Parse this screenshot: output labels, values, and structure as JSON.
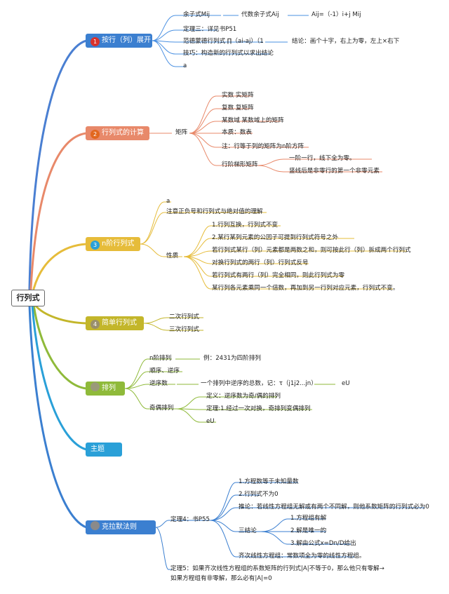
{
  "root": "行列式",
  "branches": [
    {
      "label": "按行（列）展开",
      "badge": "1"
    },
    {
      "label": "行列式的计算",
      "badge": "2"
    },
    {
      "label": "n阶行列式",
      "badge": "3"
    },
    {
      "label": "简单行列式",
      "badge": "4"
    },
    {
      "label": "排列",
      "badge": ""
    },
    {
      "label": "主题",
      "badge": ""
    },
    {
      "label": "克拉默法则",
      "badge": ""
    }
  ],
  "b1": {
    "yuzi": "余子式Mij",
    "daishu": "代数余子式Aij",
    "formula": "Aij=（-1）i+j Mij",
    "dingli3": "定理三：详见书P51",
    "fandemeng": "范德蒙德行列式 ∏（ai-aj）（1",
    "jielun": "结论：画个十字，右上为零，左上×右下",
    "jiqiao": "技巧：构造新的行列式以求出结论",
    "a": "a"
  },
  "b2": {
    "juzhen": "矩阵",
    "items": [
      "实数 实矩阵",
      "复数 复矩阵",
      "某数域 某数域上的矩阵",
      "本质：数表",
      "注：行等于列的矩阵为n阶方阵"
    ],
    "jieti": "行阶梯形矩阵",
    "jieti_items": [
      "一阶一行，线下全为零。",
      "竖线后是非零行的第一个非零元素"
    ]
  },
  "b3": {
    "a": "a",
    "note": "注意正负号和行列式与绝对值的理解",
    "xingzhi": "性质",
    "props": [
      "1.行列互换，行列式不变",
      "2.某行某列元素的公因子可提到行列式符号之外",
      "若行列式某行（列）元素都是两数之和，则可按此行（列）拆成两个行列式",
      "对换行列式的两行（列）行列式反号",
      "若行列式有两行（列）完全相同，则此行列式为零",
      "某行列各元素乘同一个倍数，再加到另一行列对应元素，行列式不变。"
    ]
  },
  "b4": {
    "items": [
      "二次行列式",
      "三次行列式"
    ]
  },
  "b5": {
    "npai": "n阶排列",
    "npai_ex": "例：2431为四阶排列",
    "shunxu": "顺序、逆序",
    "nixu": "逆序数",
    "nixu_def": "一个排列中逆序的总数，记：τ（j1j2...jn）",
    "eu": "eU",
    "jiou": "奇偶排列",
    "jiou_items": [
      "定义：逆序数为奇/偶的排列",
      "定理:1.经过一次对换，奇排列变偶排列",
      "eU"
    ]
  },
  "b7": {
    "dingli4": "定理4：书P55",
    "items": [
      "1.方程数等于未知量数",
      "2.行列式不为0",
      "推论：若线性方程组无解或有两个不同解，则他系数矩阵的行列式必为0"
    ],
    "sanjielun": "三结论",
    "san_items": [
      "1.方程组有解",
      "2.解是唯一的",
      "3.解由公式x=Dn/D给出"
    ],
    "qici": "齐次线性方程组：常数项全为零的线性方程组。",
    "dingli5_1": "定理5：如果齐次线性方程组的系数矩阵的行列式|A|不等于0，那么他只有零解→",
    "dingli5_2": "如果方程组有非零解，那么必有|A|=0"
  },
  "colors": {
    "blue": "#3b7fd0",
    "orange": "#e8896a",
    "yellow": "#e6bc3a",
    "olive": "#c3b62a",
    "green": "#8fba3a",
    "teal": "#2aa0d8",
    "badge_red": "#d8322c"
  }
}
